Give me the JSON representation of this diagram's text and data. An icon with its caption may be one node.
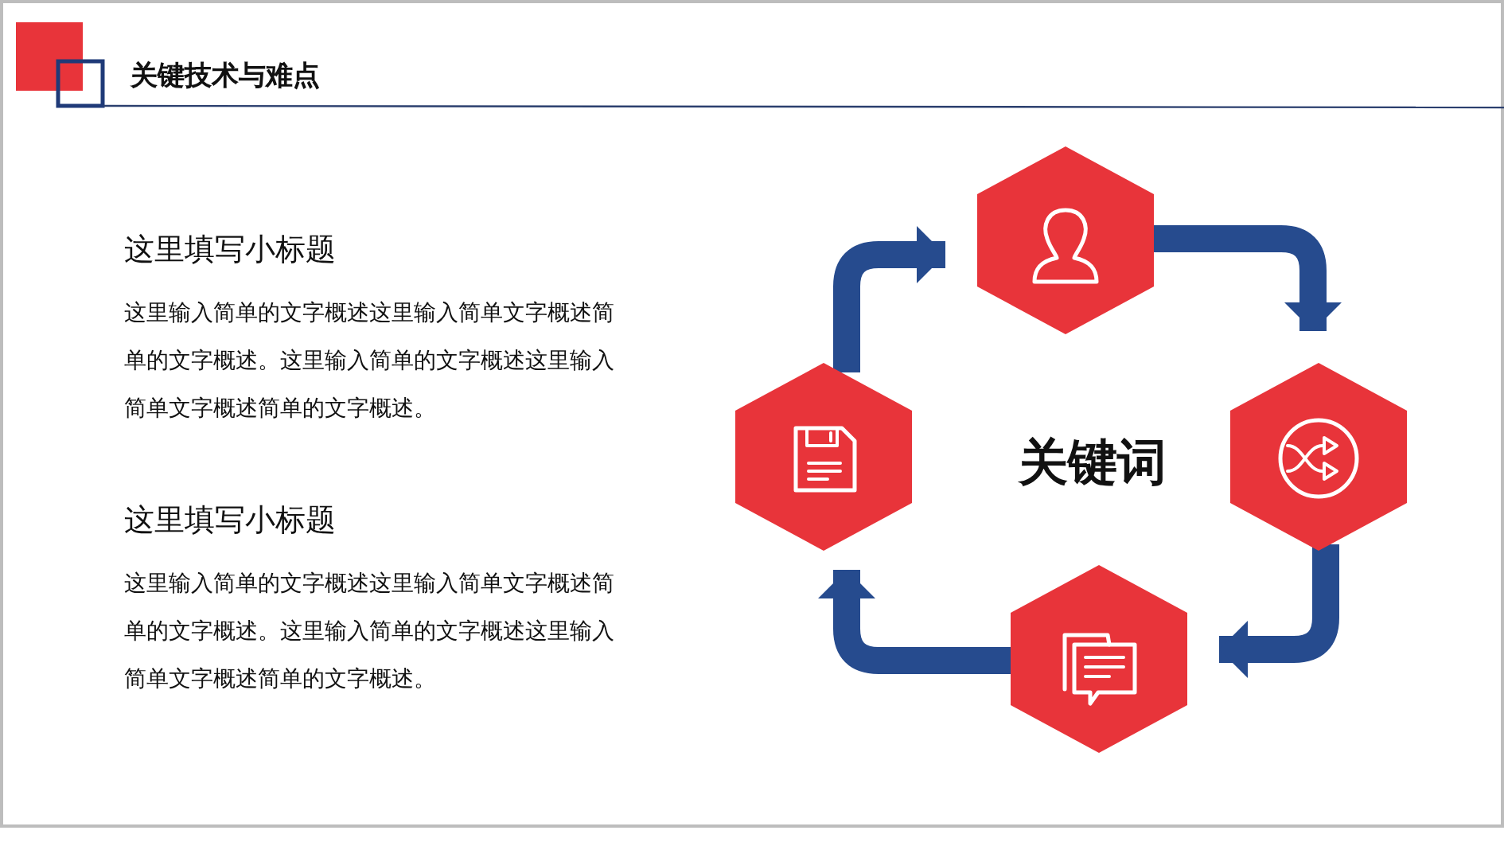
{
  "diagram": {
    "title": "关键技术与难点",
    "nodes": [
      {
        "text": [],
        "shape": "hexagon"
      },
      {
        "text": [],
        "shape": "hexagon"
      },
      {
        "text": [],
        "shape": "hexagon"
      },
      {
        "text": [],
        "shape": "hexagon"
      }
    ],
    "edges": [
      {
        "from": 1,
        "to": 0,
        "arrow": "to"
      },
      {
        "from": 0,
        "to": 2,
        "arrow": "to"
      },
      {
        "from": 2,
        "to": 3,
        "arrow": "to"
      },
      {
        "from": 3,
        "to": 1,
        "arrow": "to"
      }
    ],
    "labels": [
      "这里填写小标题",
      "这里输入简单的文字概述这里输入简单文字概述简单的文字概述。这里输入简单的文字概述这里输入简单文字概述简单的文字概述。",
      "这里填写小标题",
      "这里输入简单的文字概述这里输入简单文字概述简单的文字概述。这里输入简单的文字概述这里输入简单文字概述简单的文字概述。",
      "关键词"
    ]
  }
}
